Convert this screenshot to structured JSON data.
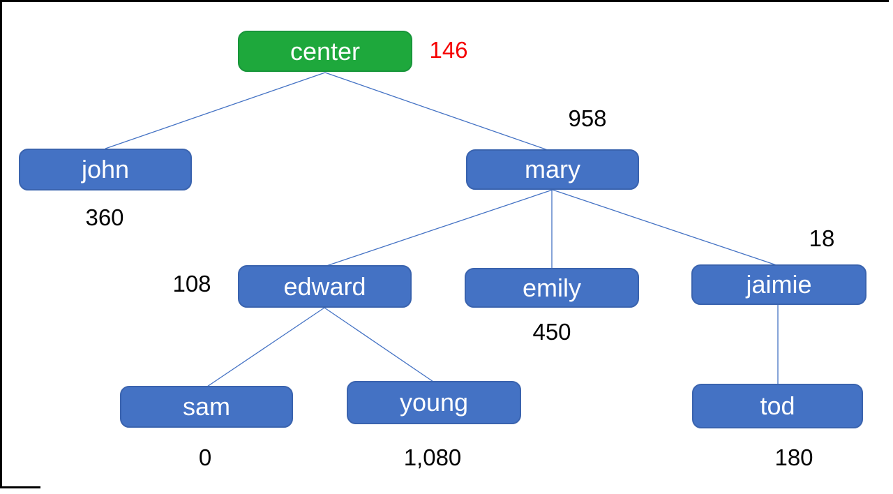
{
  "colors": {
    "background": "#ffffff",
    "frame": "#000000",
    "node_fill": "#4472c4",
    "node_border": "#3a63ae",
    "node_text": "#ffffff",
    "root_fill": "#1ea83c",
    "root_border": "#18953a",
    "root_text": "#ffffff",
    "edge_line": "#4472c4",
    "value_text": "#000000",
    "root_value_text": "#f50000"
  },
  "tree": {
    "type": "tree-diagram",
    "nodes": {
      "center": {
        "label": "center",
        "value": "146"
      },
      "john": {
        "label": "john",
        "value": "360"
      },
      "mary": {
        "label": "mary",
        "value": "958"
      },
      "edward": {
        "label": "edward",
        "value": "108"
      },
      "emily": {
        "label": "emily",
        "value": "450"
      },
      "jaimie": {
        "label": "jaimie",
        "value": "18"
      },
      "sam": {
        "label": "sam",
        "value": "0"
      },
      "young": {
        "label": "young",
        "value": "1,080"
      },
      "tod": {
        "label": "tod",
        "value": "180"
      }
    },
    "edges": [
      {
        "from": "center",
        "to": "john"
      },
      {
        "from": "center",
        "to": "mary"
      },
      {
        "from": "mary",
        "to": "edward"
      },
      {
        "from": "mary",
        "to": "emily"
      },
      {
        "from": "mary",
        "to": "jaimie"
      },
      {
        "from": "edward",
        "to": "sam"
      },
      {
        "from": "edward",
        "to": "young"
      },
      {
        "from": "jaimie",
        "to": "tod"
      }
    ]
  }
}
